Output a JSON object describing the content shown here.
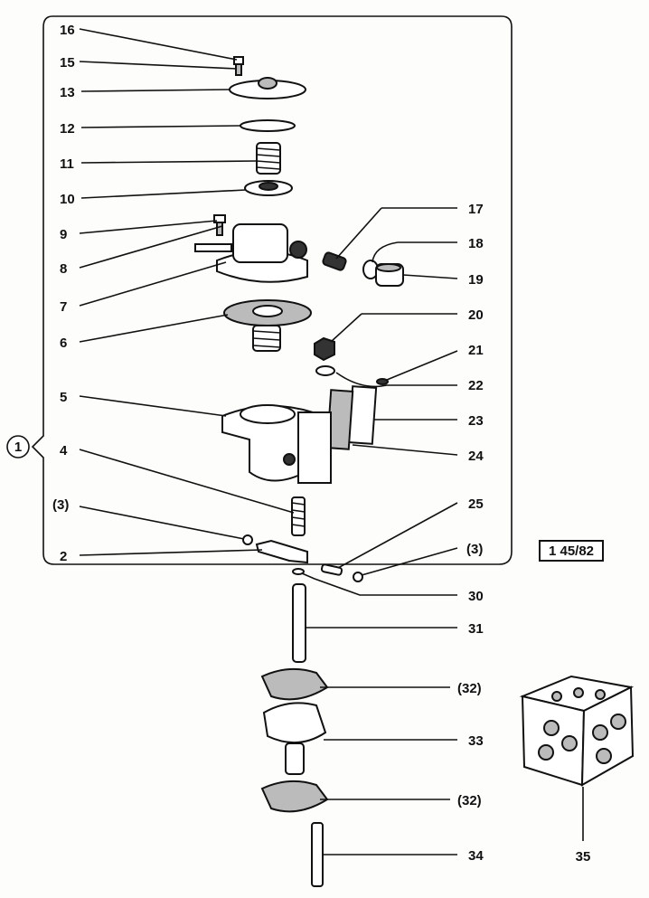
{
  "diagram": {
    "reference_code": "1 45/82",
    "assembly_label": "1",
    "callouts": {
      "c16": "16",
      "c15": "15",
      "c13": "13",
      "c12": "12",
      "c11": "11",
      "c10": "10",
      "c9": "9",
      "c8": "8",
      "c7": "7",
      "c6": "6",
      "c5": "5",
      "c4": "4",
      "c3a": "(3)",
      "c2": "2",
      "c17": "17",
      "c18": "18",
      "c19": "19",
      "c20": "20",
      "c21": "21",
      "c22": "22",
      "c23": "23",
      "c24": "24",
      "c25": "25",
      "c3b": "(3)",
      "c30": "30",
      "c31": "31",
      "c32a": "(32)",
      "c33": "33",
      "c32b": "(32)",
      "c34": "34",
      "c35": "35"
    }
  }
}
